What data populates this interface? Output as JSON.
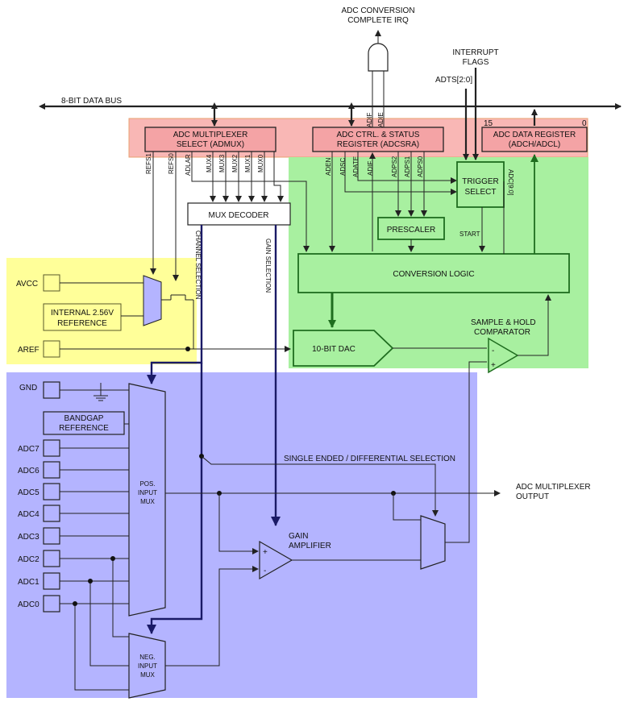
{
  "colors": {
    "register_band": "#f9b7b5",
    "adc_core": "#a8f0a0",
    "reference_area": "#ffff99",
    "input_area": "#b4b4ff",
    "register_box": "#f4a3a5"
  },
  "bus": {
    "label": "8-BIT DATA BUS"
  },
  "irq": {
    "label_line1": "ADC CONVERSION",
    "label_line2": "COMPLETE IRQ"
  },
  "interrupt_flags": {
    "line1": "INTERRUPT",
    "line2": "FLAGS"
  },
  "adts": {
    "label": "ADTS[2:0]"
  },
  "registers": {
    "admux": {
      "line1": "ADC MULTIPLEXER",
      "line2": "SELECT (ADMUX)"
    },
    "adcsra": {
      "line1": "ADC CTRL. & STATUS",
      "line2": "REGISTER (ADCSRA)"
    },
    "adch": {
      "line1": "ADC DATA REGISTER",
      "line2": "(ADCH/ADCL)",
      "bit_high": "15",
      "bit_low": "0"
    }
  },
  "admux_bits": [
    "REFS1",
    "REFS0",
    "ADLAR",
    "MUX4",
    "MUX3",
    "MUX2",
    "MUX1",
    "MUX0"
  ],
  "adcsra_bits": [
    "ADEN",
    "ADSC",
    "ADATE",
    "ADIF",
    "ADPS2",
    "ADPS1",
    "ADPS0"
  ],
  "irq_bits": [
    "ADIF",
    "ADIE"
  ],
  "adc_result_label": "ADC[9:0]",
  "blocks": {
    "mux_decoder": "MUX DECODER",
    "trigger_line1": "TRIGGER",
    "trigger_line2": "SELECT",
    "prescaler": "PRESCALER",
    "start": "START",
    "conversion_logic": "CONVERSION LOGIC",
    "dac": "10-BIT DAC",
    "sample_hold_line1": "SAMPLE & HOLD",
    "sample_hold_line2": "COMPARATOR",
    "internal_ref_line1": "INTERNAL 2.56V",
    "internal_ref_line2": "REFERENCE",
    "bandgap_line1": "BANDGAP",
    "bandgap_line2": "REFERENCE",
    "pos_mux_line1": "POS.",
    "pos_mux_line2": "INPUT",
    "pos_mux_line3": "MUX",
    "neg_mux_line1": "NEG.",
    "neg_mux_line2": "INPUT",
    "neg_mux_line3": "MUX",
    "gain_line1": "GAIN",
    "gain_line2": "AMPLIFIER",
    "channel_selection": "CHANNEL SELECTION",
    "gain_selection": "GAIN SELECTION",
    "single_ended": "SINGLE ENDED / DIFFERENTIAL SELECTION",
    "mux_output_line1": "ADC MULTIPLEXER",
    "mux_output_line2": "OUTPUT"
  },
  "pins": {
    "avcc": "AVCC",
    "aref": "AREF",
    "gnd": "GND",
    "adc": [
      "ADC7",
      "ADC6",
      "ADC5",
      "ADC4",
      "ADC3",
      "ADC2",
      "ADC1",
      "ADC0"
    ]
  },
  "symbols": {
    "minus": "-",
    "plus": "+"
  }
}
